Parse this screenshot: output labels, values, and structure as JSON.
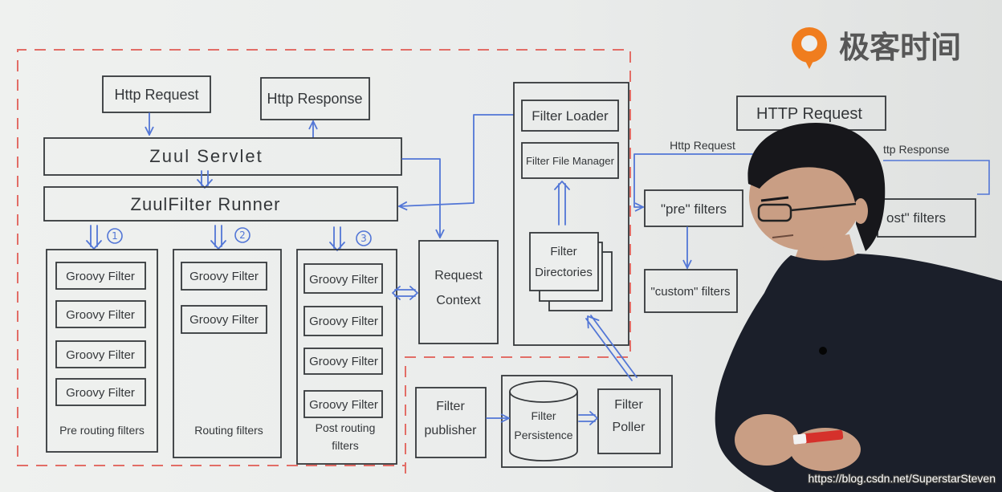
{
  "logo": {
    "text": "极客时间",
    "brand_color": "#f07d1e",
    "icon": "geektime-logo-icon"
  },
  "watermark": "https://blog.csdn.net/SuperstarSteven",
  "colors": {
    "ink": "#34373a",
    "arrow": "#5276d6",
    "dashed_border": "#e26d66",
    "board": "#eceeed",
    "skin": "#c99e84",
    "hair": "#17171b",
    "shirt": "#1b1f2a",
    "marker_red": "#d5312b"
  },
  "diagram": {
    "http_request": "Http Request",
    "http_response": "Http Response",
    "zuul_servlet": "Zuul Servlet",
    "zuulfilter_runner": "ZuulFilter Runner",
    "stages": [
      {
        "step": "1",
        "filters": [
          "Groovy Filter",
          "Groovy Filter",
          "Groovy Filter",
          "Groovy Filter"
        ],
        "label": [
          "Pre routing filters"
        ]
      },
      {
        "step": "2",
        "filters": [
          "Groovy Filter",
          "Groovy Filter"
        ],
        "label": [
          "Routing filters"
        ]
      },
      {
        "step": "3",
        "filters": [
          "Groovy Filter",
          "Groovy Filter",
          "Groovy Filter",
          "Groovy Filter"
        ],
        "label": [
          "Post routing",
          "filters"
        ]
      }
    ],
    "request_context": [
      "Request",
      "Context"
    ],
    "filter_loader": "Filter Loader",
    "filter_file_manager": "Filter File Manager",
    "filter_directories": [
      "Filter",
      "Directories"
    ],
    "filter_publisher": [
      "Filter",
      "publisher"
    ],
    "filter_persistence": [
      "Filter",
      "Persistence"
    ],
    "filter_poller": [
      "Filter",
      "Poller"
    ]
  },
  "side_diagram": {
    "http_request_box": "HTTP Request",
    "http_request_arrow_label": "Http Request",
    "http_response_arrow_label": "ttp Response",
    "pre_filters": "\"pre\" filters",
    "custom_filters": "\"custom\" filters",
    "post_filters": "ost\" filters"
  }
}
